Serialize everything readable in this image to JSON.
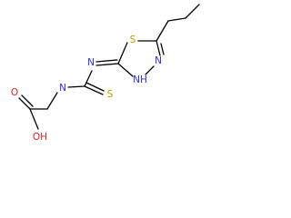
{
  "molecule": {
    "atoms": {
      "n_amine": "N",
      "s_thione": "S",
      "n_hydrazone": "N",
      "s_ring": "S",
      "n_ring": "N",
      "nh_ring": "NH",
      "o_carbonyl": "O",
      "oh_acid": "OH"
    }
  },
  "colors": {
    "bond": "#000000",
    "nitrogen": "#2e2ee8",
    "sulfur": "#b8a000",
    "oxygen": "#e02020",
    "background": "#ffffff"
  }
}
